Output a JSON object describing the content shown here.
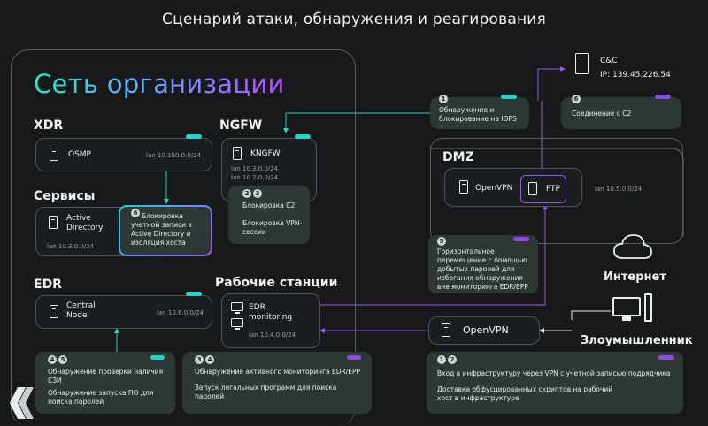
{
  "title": "Сценарий атаки, обнаружения и реагирования",
  "org": {
    "title": "Сеть организации"
  },
  "sections": {
    "xdr": "XDR",
    "ngfw": "NGFW",
    "services": "Сервисы",
    "edr": "EDR",
    "workstations": "Рабочие станции",
    "dmz": "DMZ",
    "internet": "Интернет",
    "attacker": "Злоумышленник"
  },
  "nodes": {
    "osmp": {
      "name": "OSMP",
      "lan": "lan 10.150.0.0/24"
    },
    "kngfw": {
      "name": "KNGFW",
      "lan1": "lan 10.3.0.0/24",
      "lan2": "lan 10.2.0.0/24"
    },
    "ad": {
      "name": "Active Directory",
      "lan": "lan 10.3.0.0/24"
    },
    "central": {
      "name": "Central Node",
      "lan": "lan 10.6.0.0/24"
    },
    "edr_mon": {
      "name": "EDR monitoring",
      "lan": "lan 10.4.0.0/24"
    },
    "openvpn_dmz": {
      "name": "OpenVPN"
    },
    "ftp": {
      "name": "FTP"
    },
    "dmz_lan": "lan 10.5.0.0/24",
    "cc": {
      "name": "C&C",
      "ip": "IP: 139.45.226.54"
    },
    "openvpn_ext": {
      "name": "OpenVPN"
    }
  },
  "notes": {
    "n1": {
      "nums": [
        "1"
      ],
      "text": "Обнаружение и блокирование на IDPS"
    },
    "n6c2": {
      "nums": [
        "6"
      ],
      "text": "Соединение с C2"
    },
    "n23": {
      "nums": [
        "2",
        "3"
      ],
      "line1": "Блокировка С2",
      "line2": "Блокировка VPN-сессии"
    },
    "n6ad": {
      "nums": [
        "6"
      ],
      "text": "Блокировка учетной записи в Active Directory и изоляция хоста"
    },
    "n5": {
      "nums": [
        "5"
      ],
      "text": "Горизонтальное перемещение с помощью добытых паролей для избегания обнаружения вне мониторинга EDR/EPP"
    },
    "n45": {
      "nums": [
        "4",
        "5"
      ],
      "line1": "Обнаружение проверки наличия СЗИ",
      "line2": "Обнаружение запуска ПО для поиска паролей"
    },
    "n34": {
      "nums": [
        "3",
        "4"
      ],
      "line1": "Обнаружение активного мониторинга EDR/EPP",
      "line2": "Запуск легальных программ для поиска паролей"
    },
    "n12": {
      "nums": [
        "1",
        "2"
      ],
      "line1": "Вход в инфраструктуру через VPN с учетной записью подрядчика",
      "line2": "Доставка обфусцированных скриптов на рабочий хост в инфраструктуре"
    }
  },
  "colors": {
    "cyan": "#27d3c6",
    "purple": "#8e4be0",
    "note_bg": "#2e3837"
  }
}
